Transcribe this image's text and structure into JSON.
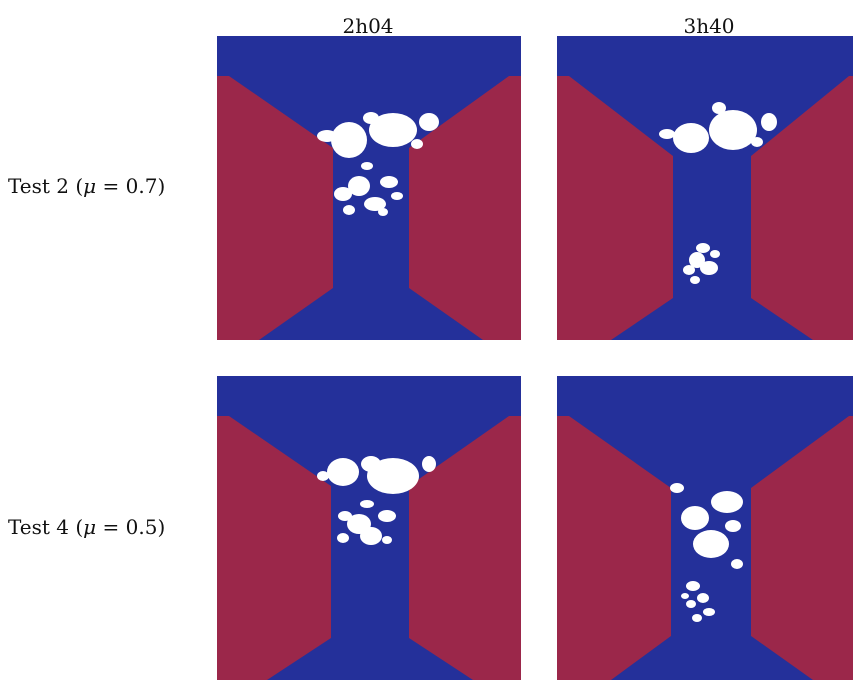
{
  "columns": [
    "2h04",
    "3h40"
  ],
  "rows": [
    {
      "prefix": "Test 2 (",
      "mu_symbol": "μ",
      "mu_text": " = 0.7)"
    },
    {
      "prefix": "Test 4 (",
      "mu_symbol": "μ",
      "mu_text": " = 0.5)"
    }
  ],
  "colors": {
    "fluid": "#24309a",
    "wall": "#9b274a",
    "rock": "#ffffff"
  }
}
